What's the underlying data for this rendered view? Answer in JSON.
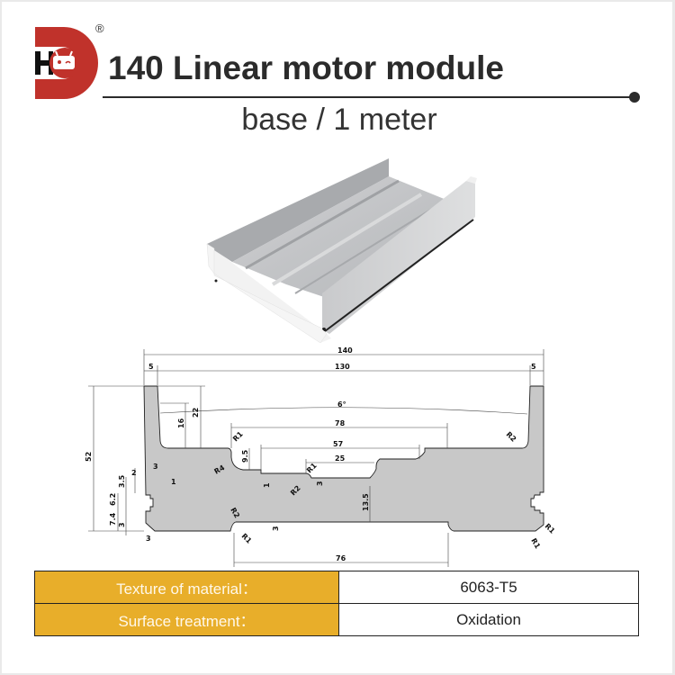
{
  "brand": {
    "logo_letters": "HD",
    "registered_mark": "®",
    "colors": {
      "red": "#c0322b",
      "black": "#111111"
    }
  },
  "header": {
    "title": "140 Linear motor module",
    "subtitle": "base / 1 meter"
  },
  "product_image": {
    "description": "3D render of aluminium extrusion base profile"
  },
  "drawing": {
    "dimensions": {
      "overall_width": "140",
      "inner_width": "130",
      "wall_left": "5",
      "wall_right": "5",
      "draft_angle": "6°",
      "step_width": "78",
      "groove_width": "57",
      "slot_width": "25",
      "bottom_width": "76",
      "height": "52",
      "wall_depth_16": "16",
      "wall_depth_22": "22",
      "step_9_5": "9.5",
      "step_1": "1",
      "step_3_top": "3",
      "web_13_5": "13.5",
      "bottom_3": "3",
      "slot_3_5": "3.5",
      "slot_6_2": "6.2",
      "slot_7_4": "7.4",
      "slot_3_lower": "3",
      "chamfer_3": "3",
      "slot_depth_3": "3",
      "slot_lip_2": "2",
      "slot_lip_1": "1"
    },
    "radii": {
      "r1_step": "R1",
      "r4": "R4",
      "r1_slot": "R1",
      "r2_slot": "R2",
      "r2_bottom": "R2",
      "r1_bottom": "R1",
      "r2_right": "R2",
      "r1_corner_a": "R1",
      "r1_corner_b": "R1"
    }
  },
  "specs": {
    "colors": {
      "label_bg": "#e8ae2a"
    },
    "rows": [
      {
        "label": "Texture of material：",
        "value": "6063-T5"
      },
      {
        "label": "Surface treatment：",
        "value": "Oxidation"
      }
    ]
  }
}
